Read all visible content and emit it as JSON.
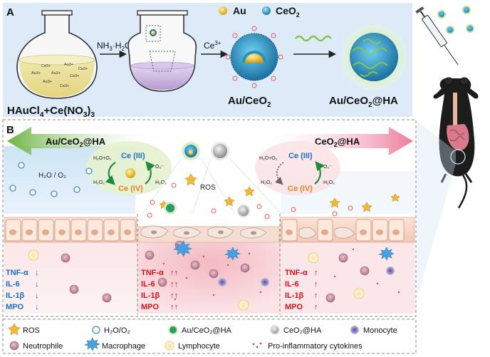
{
  "panel_a": {
    "letter": "A",
    "legend": {
      "au": "Au",
      "ceo2": "CeO",
      "ceo2_sub": "2"
    },
    "reagent1": {
      "main": "NH",
      "sub1": "3",
      "mid": "·H",
      "sub2": "2",
      "end": "O"
    },
    "reagent2": {
      "main": "Ce",
      "sup": "3+"
    },
    "flask_labels": [
      "Ce3+",
      "Au3+",
      "Ce3+",
      "Au3+",
      "Au3+",
      "Ce3+",
      "Au3+",
      "Ce3+"
    ],
    "label_left": {
      "p1": "HAuCl",
      "s1": "4",
      "p2": "+Ce(NO",
      "s2": "3",
      "p3": ")",
      "s3": "3"
    },
    "label_mid": {
      "p1": "Au/CeO",
      "s1": "2"
    },
    "label_right": {
      "p1": "Au/CeO",
      "s1": "2",
      "p2": "@HA"
    }
  },
  "panel_b": {
    "letter": "B",
    "left_arrow": {
      "p1": "Au/CeO",
      "s1": "2",
      "p2": "@HA"
    },
    "right_arrow": {
      "p1": "CeO",
      "s1": "2",
      "p2": "@HA"
    },
    "water_label": "H₂O / O₂",
    "ros_label": "ROS",
    "cycle_left": {
      "top": "Ce (III)",
      "bottom": "Ce (IV)",
      "in1": "H₂O+O₂",
      "in2": "H₂O₂",
      "out1": "O₂⁻",
      "out2": "H₂O₂"
    },
    "cycle_right": {
      "top": "Ce (III)",
      "bottom": "Ce (IV)",
      "in1": "H₂O+O₂",
      "in2": "H₂O₂",
      "out1": "O₂⁻",
      "out2": "H₂O₂"
    },
    "markers_left": [
      {
        "name": "TNF-α",
        "arrow": "↓"
      },
      {
        "name": "IL-6",
        "arrow": "↓"
      },
      {
        "name": "IL-1β",
        "arrow": "↓"
      },
      {
        "name": "MPO",
        "arrow": "↓"
      }
    ],
    "markers_mid": [
      {
        "name": "TNF-α",
        "arrow": "↑↑"
      },
      {
        "name": "IL-6",
        "arrow": "↑↑"
      },
      {
        "name": "IL-1β",
        "arrow": "↑↑"
      },
      {
        "name": "MPO",
        "arrow": "↑↑"
      }
    ],
    "markers_right": [
      {
        "name": "TNF-α",
        "arrow": "↑"
      },
      {
        "name": "IL-6",
        "arrow": "↑"
      },
      {
        "name": "IL-1β",
        "arrow": "↑"
      },
      {
        "name": "MPO",
        "arrow": "↑"
      }
    ]
  },
  "legend": {
    "row1": [
      "ROS",
      "H₂O/O₂",
      "Au/CeO₂@HA",
      "CeO₂@HA",
      "Monocyte"
    ],
    "row2": [
      "Neutrophile",
      "Macrophage",
      "Lymphocyte",
      "Pro-inflammatory cytokines"
    ]
  },
  "colors": {
    "panel_a_bg": "#dcebf7",
    "blue_text": "#1a6fc4",
    "red_text": "#d4111a",
    "orange_text": "#e8811c",
    "green_arrow": "#7cb83a",
    "pink_arrow": "#f08aa6"
  }
}
